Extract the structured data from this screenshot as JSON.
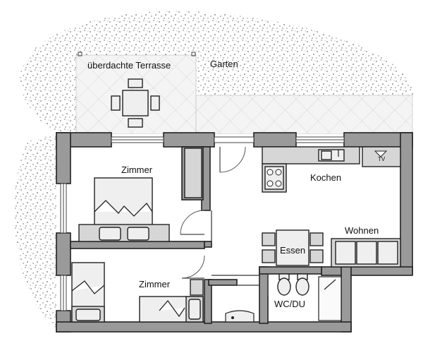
{
  "rooms": {
    "terrace": "überdachte Terrasse",
    "garden": "Garten",
    "room_top": "Zimmer",
    "room_bottom": "Zimmer",
    "kitchen": "Kochen",
    "living": "Wohnen",
    "dining": "Essen",
    "bathroom": "WC/DU",
    "tv": "TV"
  }
}
